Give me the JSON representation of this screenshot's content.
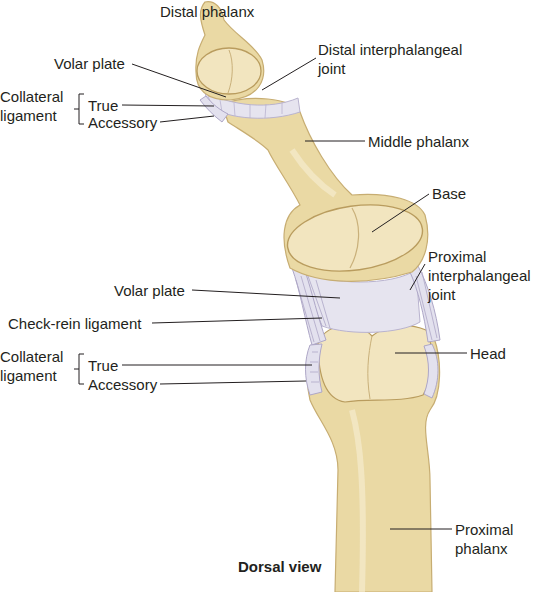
{
  "diagram": {
    "caption": "Dorsal view",
    "labels": [
      "Distal phalanx",
      "Volar plate",
      "Distal interphalangeal joint",
      "Collateral ligament",
      "True",
      "Accessory",
      "Middle phalanx",
      "Base",
      "Proximal interphalangeal joint",
      "Volar plate",
      "Check-rein ligament",
      "Collateral ligament",
      "True",
      "Accessory",
      "Head",
      "Proximal phalanx"
    ]
  }
}
